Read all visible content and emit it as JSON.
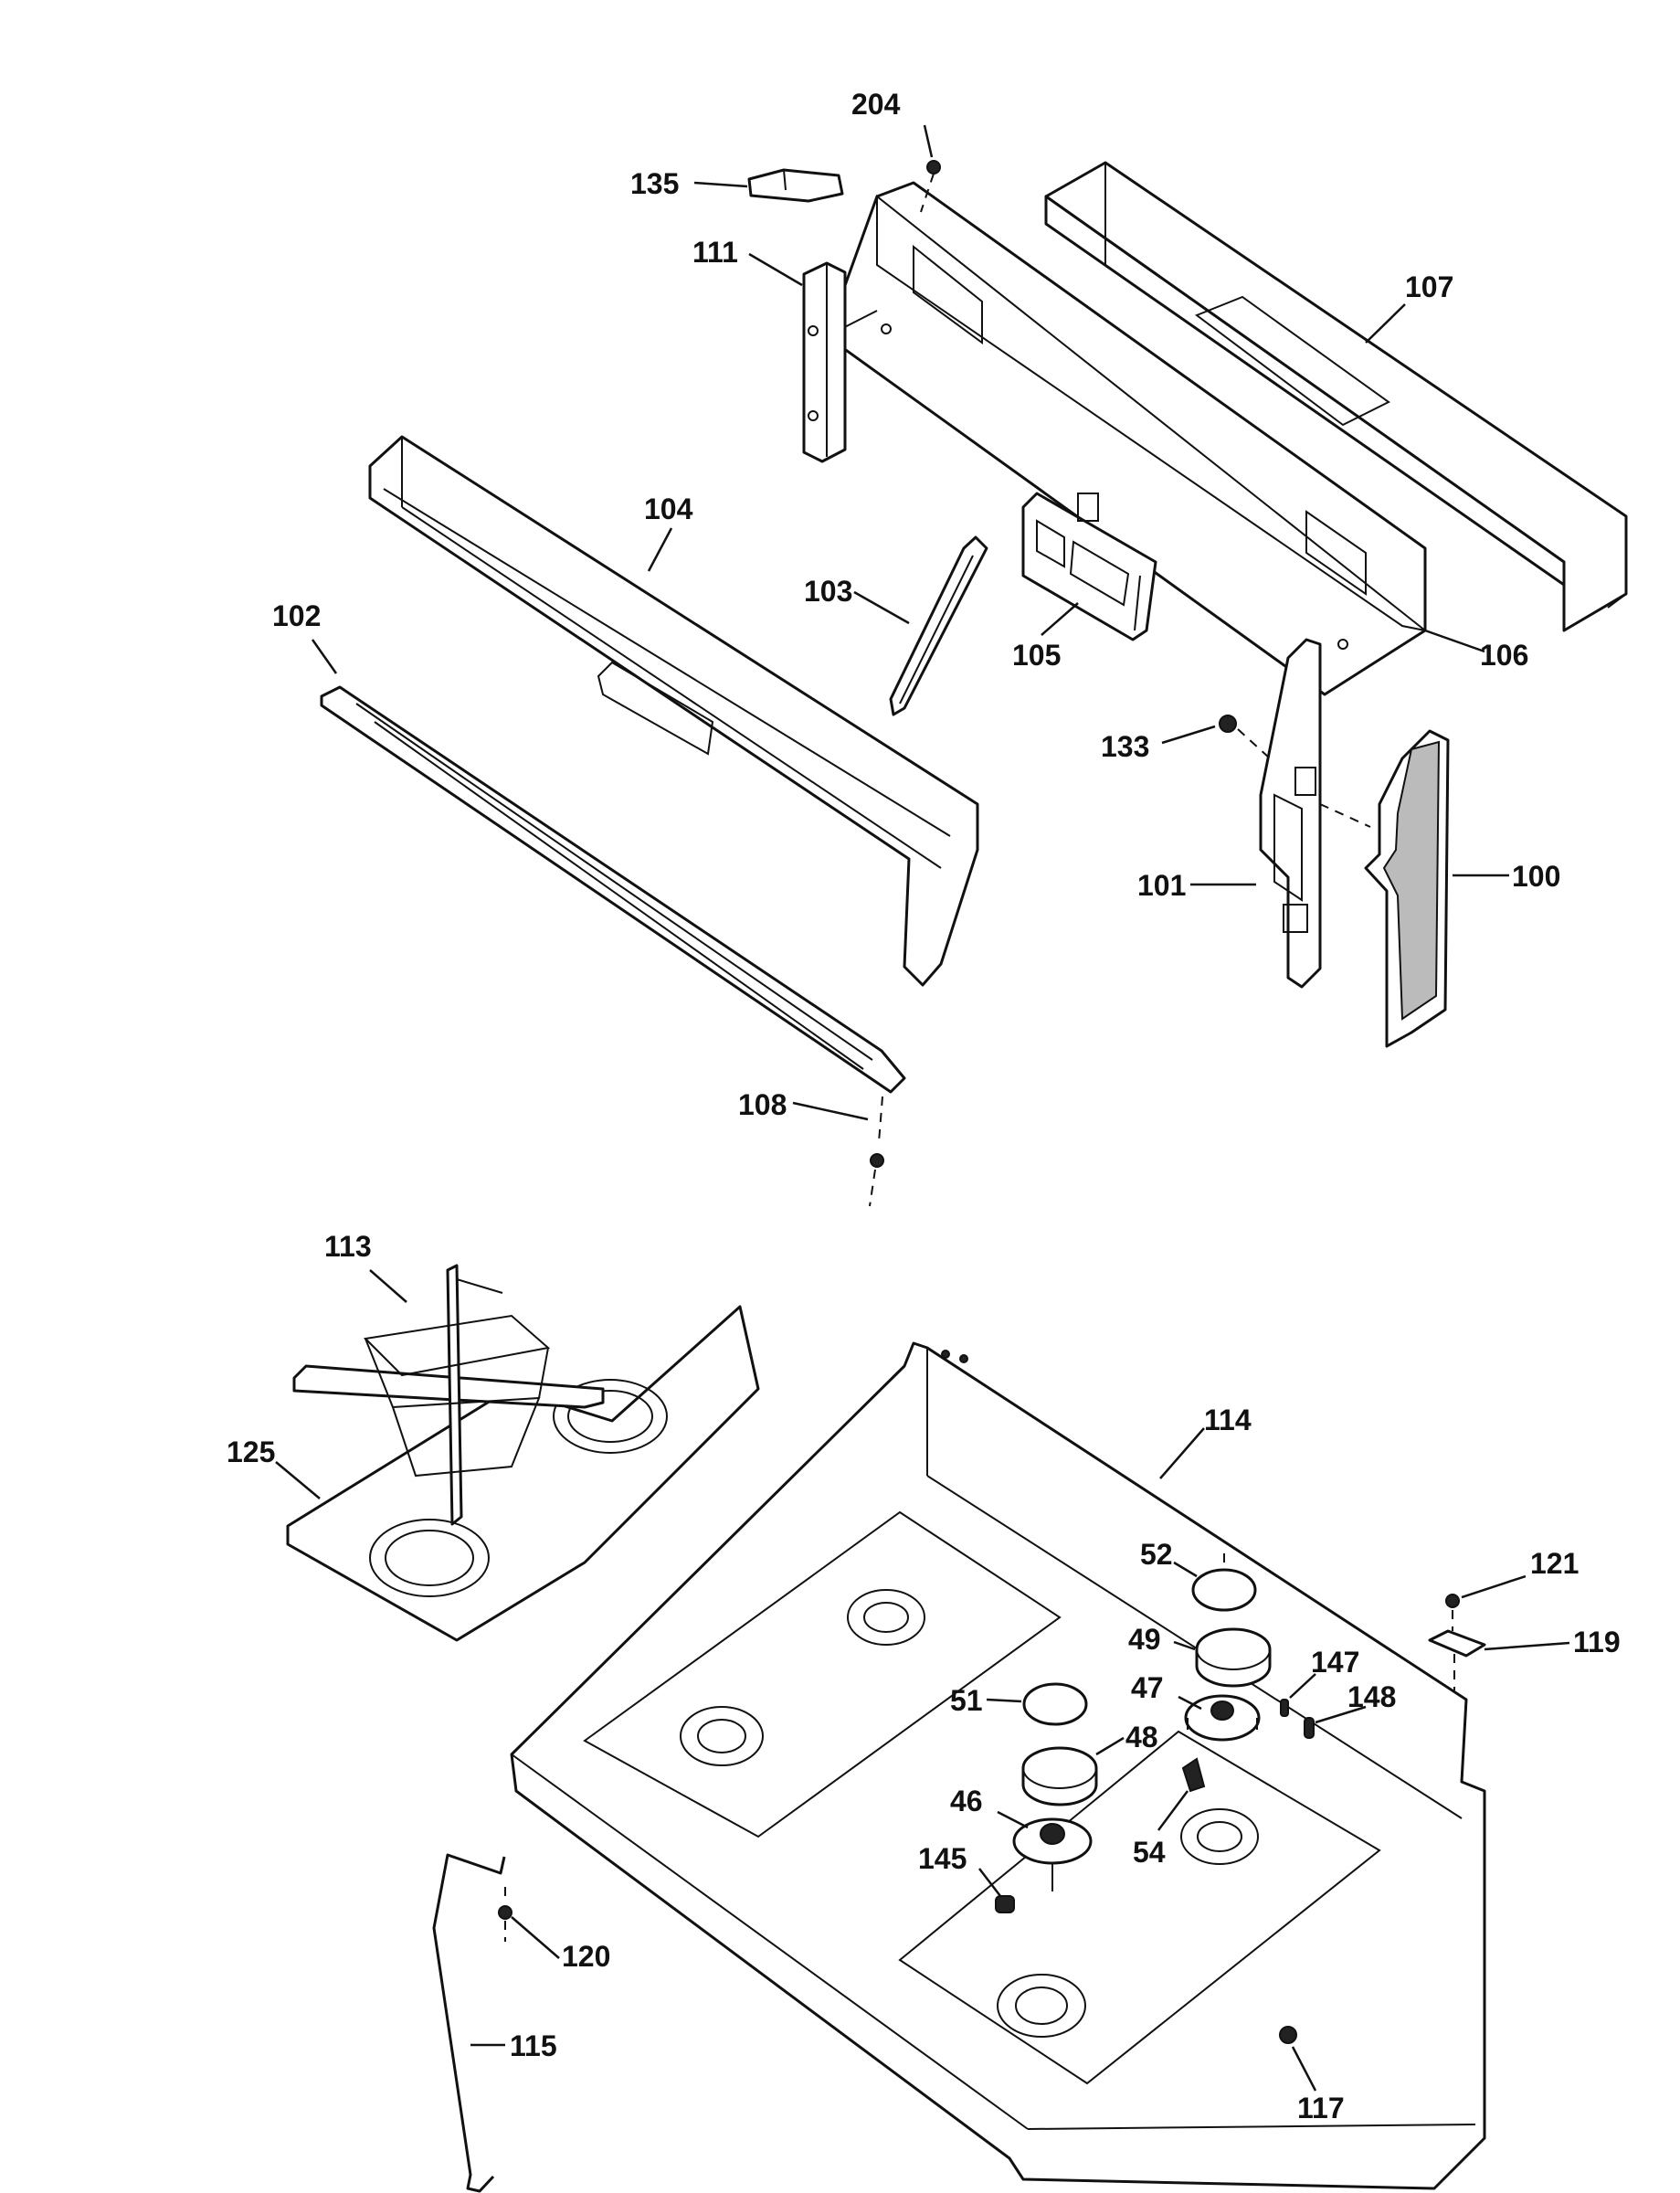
{
  "callouts": {
    "c204": "204",
    "c135": "135",
    "c111": "111",
    "c107": "107",
    "c104": "104",
    "c102": "102",
    "c103": "103",
    "c105": "105",
    "c106": "106",
    "c133": "133",
    "c101": "101",
    "c100": "100",
    "c108": "108",
    "c113": "113",
    "c125": "125",
    "c114": "114",
    "c52": "52",
    "c121": "121",
    "c49": "49",
    "c119": "119",
    "c147": "147",
    "c51": "51",
    "c47": "47",
    "c148": "148",
    "c48": "48",
    "c46": "46",
    "c54": "54",
    "c145": "145",
    "c120": "120",
    "c115": "115",
    "c117": "117"
  }
}
